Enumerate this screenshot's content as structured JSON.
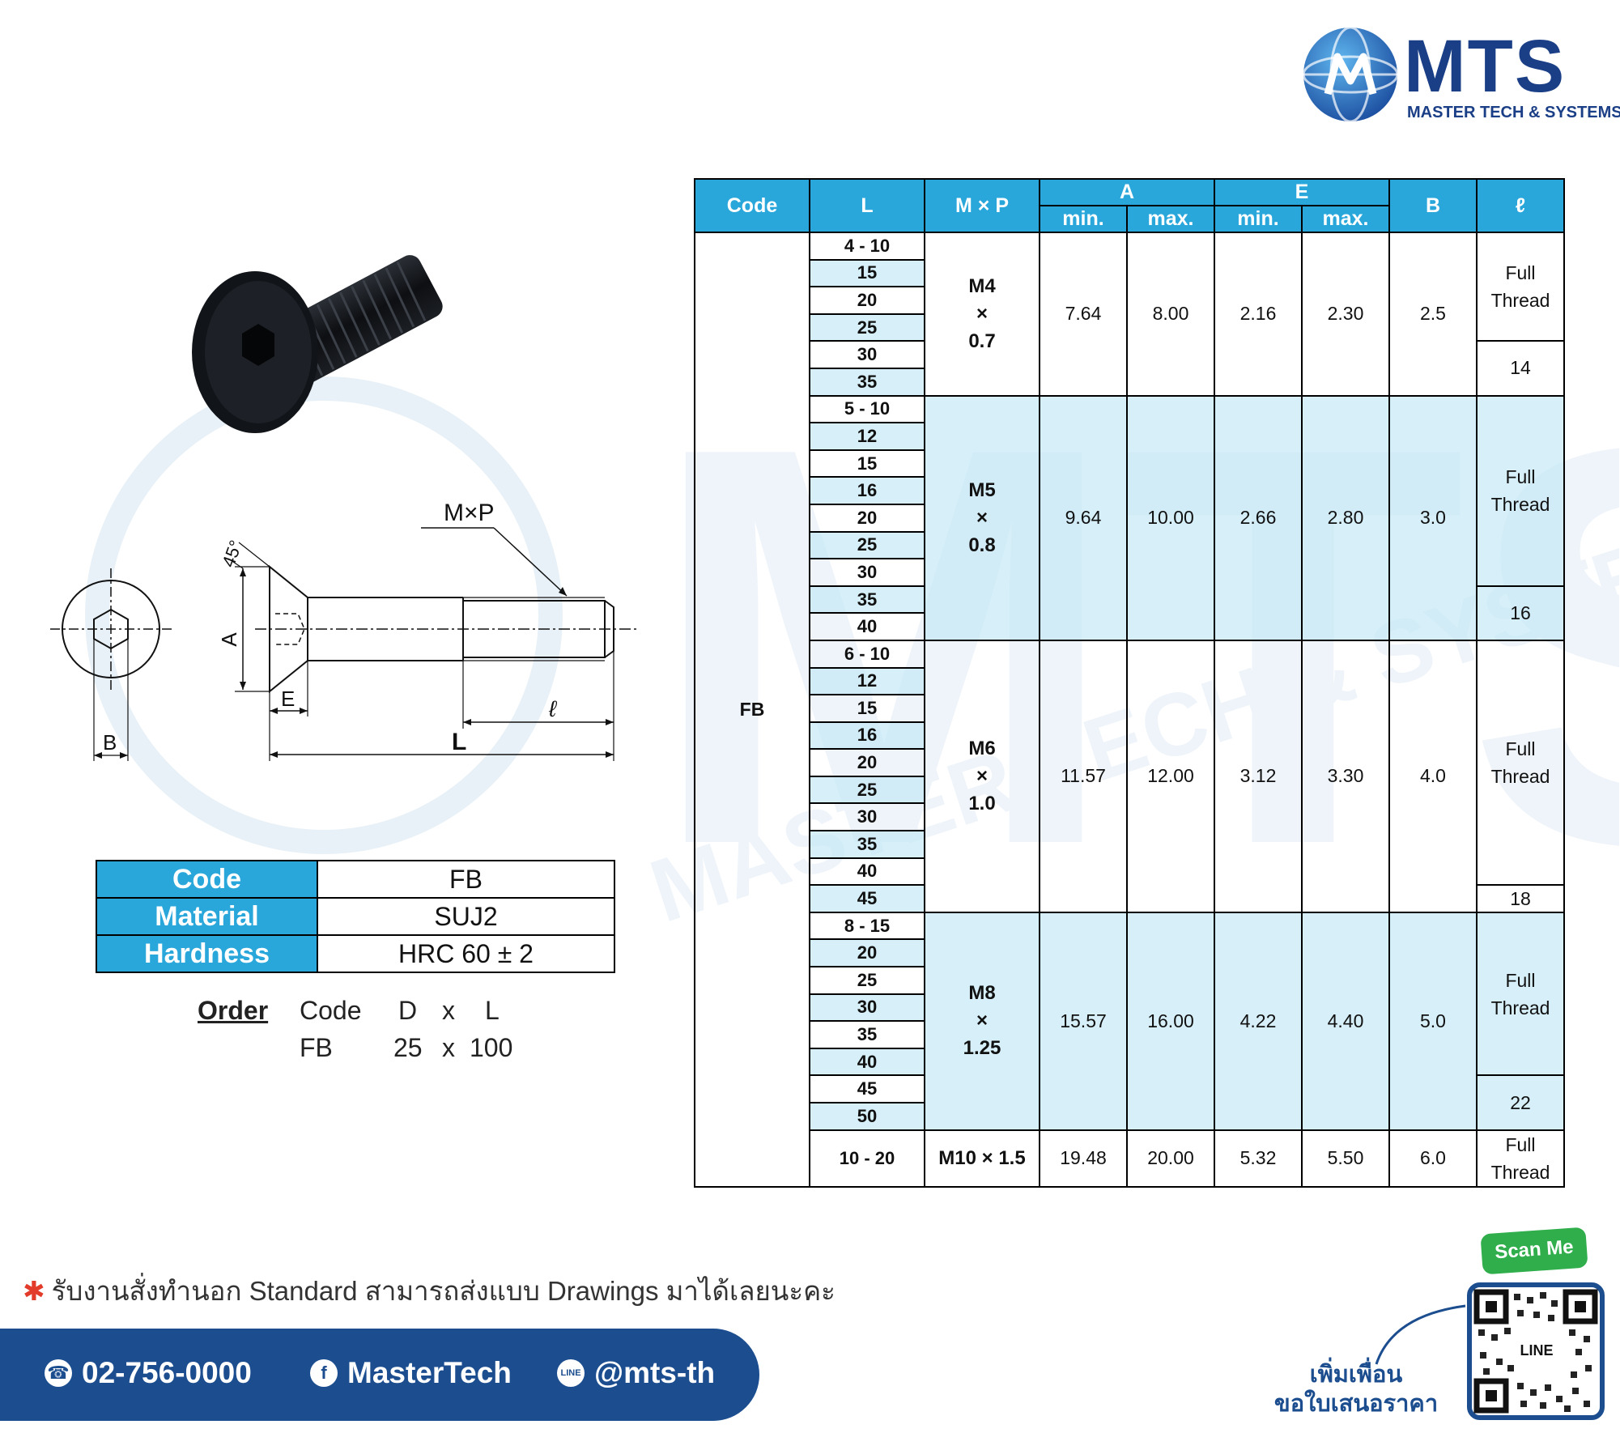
{
  "brand": {
    "name": "MTS",
    "tagline": "MASTER TECH & SYSTEMS",
    "colors": {
      "primary": "#1b3f86",
      "header_cyan": "#29a7db",
      "row_light": "#c8e9f6",
      "contact_bar": "#1b4d8f",
      "scan_green": "#2fae4b"
    }
  },
  "drawing": {
    "labels": {
      "mxp": "M×P",
      "angle": "45°",
      "a": "A",
      "e": "E",
      "b": "B",
      "l": "L",
      "ell": "ℓ"
    }
  },
  "spec": {
    "rows": [
      {
        "key": "Code",
        "value": "FB"
      },
      {
        "key": "Material",
        "value": "SUJ2"
      },
      {
        "key": "Hardness",
        "value": "HRC 60 ± 2"
      }
    ]
  },
  "order": {
    "title": "Order",
    "headers": [
      "Code",
      "D",
      "x",
      "L"
    ],
    "example": [
      "FB",
      "25",
      "x",
      "100"
    ]
  },
  "table": {
    "headers": {
      "code": "Code",
      "l": "L",
      "mp": "M × P",
      "a": "A",
      "e": "E",
      "b": "B",
      "ell": "ℓ",
      "min": "min.",
      "max": "max."
    },
    "code_value": "FB",
    "groups": [
      {
        "mp": [
          "M4",
          "×",
          "0.7"
        ],
        "lengths": [
          "4 - 10",
          "15",
          "20",
          "25",
          "30",
          "35"
        ],
        "a_min": "7.64",
        "a_max": "8.00",
        "e_min": "2.16",
        "e_max": "2.30",
        "b": "2.5",
        "ell_full": [
          "Full",
          "Thread"
        ],
        "ell_value": "14"
      },
      {
        "mp": [
          "M5",
          "×",
          "0.8"
        ],
        "lengths": [
          "5 - 10",
          "12",
          "15",
          "16",
          "20",
          "25",
          "30",
          "35",
          "40"
        ],
        "a_min": "9.64",
        "a_max": "10.00",
        "e_min": "2.66",
        "e_max": "2.80",
        "b": "3.0",
        "ell_full": [
          "Full",
          "Thread"
        ],
        "ell_value": "16"
      },
      {
        "mp": [
          "M6",
          "×",
          "1.0"
        ],
        "lengths": [
          "6 - 10",
          "12",
          "15",
          "16",
          "20",
          "25",
          "30",
          "35",
          "40",
          "45"
        ],
        "a_min": "11.57",
        "a_max": "12.00",
        "e_min": "3.12",
        "e_max": "3.30",
        "b": "4.0",
        "ell_full": [
          "Full",
          "Thread"
        ],
        "ell_value": "18"
      },
      {
        "mp": [
          "M8",
          "×",
          "1.25"
        ],
        "lengths": [
          "8 - 15",
          "20",
          "25",
          "30",
          "35",
          "40",
          "45",
          "50"
        ],
        "a_min": "15.57",
        "a_max": "16.00",
        "e_min": "4.22",
        "e_max": "4.40",
        "b": "5.0",
        "ell_full": [
          "Full",
          "Thread"
        ],
        "ell_value": "22"
      },
      {
        "mp": [
          "M10 × 1.5"
        ],
        "lengths": [
          "10 - 20"
        ],
        "a_min": "19.48",
        "a_max": "20.00",
        "e_min": "5.32",
        "e_max": "5.50",
        "b": "6.0",
        "ell_full": [
          "Full",
          "Thread"
        ],
        "ell_value": ""
      }
    ]
  },
  "footer": {
    "note": "รับงานสั่งทำนอก Standard สามารถส่งแบบ Drawings มาได้เลยนะคะ",
    "phone": "02-756-0000",
    "facebook": "MasterTech",
    "line": "@mts-th",
    "scan_label": "Scan Me",
    "qr_label": "LINE",
    "add_friend": [
      "เพิ่มเพื่อน",
      "ขอใบเสนอราคา"
    ],
    "icons": {
      "phone": "phone-icon",
      "facebook": "facebook-icon",
      "line": "line-icon"
    }
  }
}
